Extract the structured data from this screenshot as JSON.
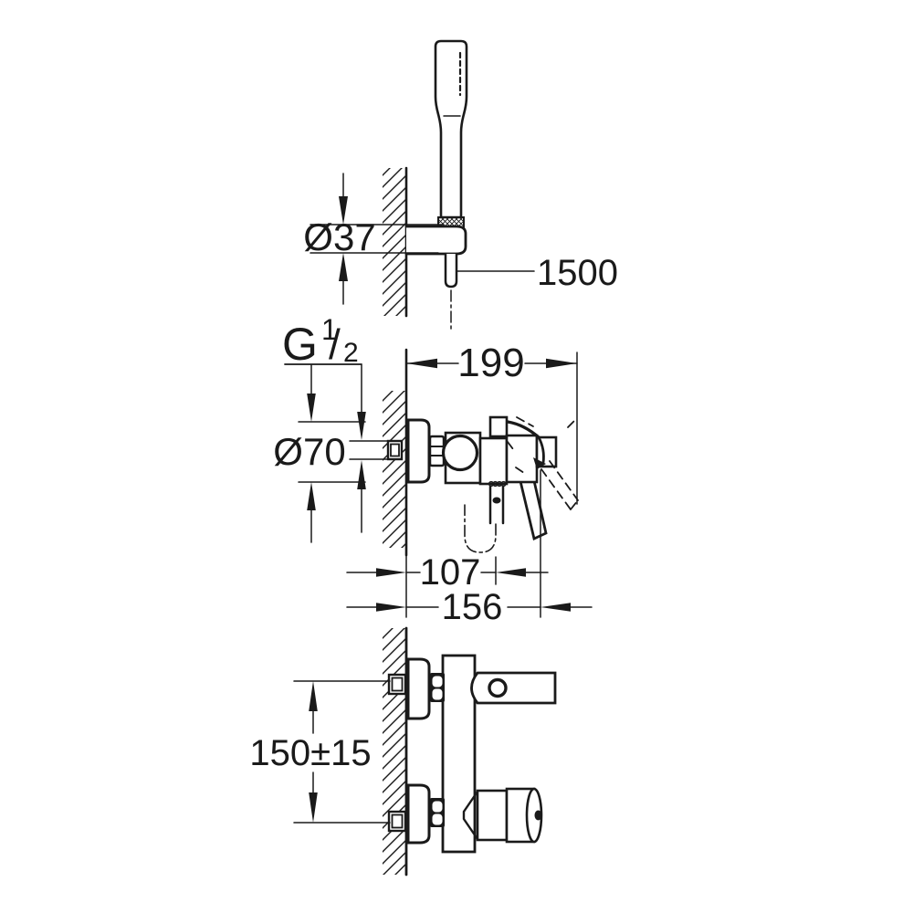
{
  "meta": {
    "background_color": "#ffffff",
    "line_color": "#1a1a1a",
    "drawing_type": "technical dimension drawing of wall-mounted single-lever bath/shower mixer with hand shower"
  },
  "dimensions": {
    "hose_length": "1500",
    "holder_diameter": "Ø37",
    "thread_g": "G",
    "thread_num": "1",
    "thread_slash": "/",
    "thread_den": "2",
    "projection": "199",
    "escutcheon_diameter": "Ø70",
    "outlet_offset": "107",
    "body_depth": "156",
    "inlet_spacing": "150±15"
  }
}
